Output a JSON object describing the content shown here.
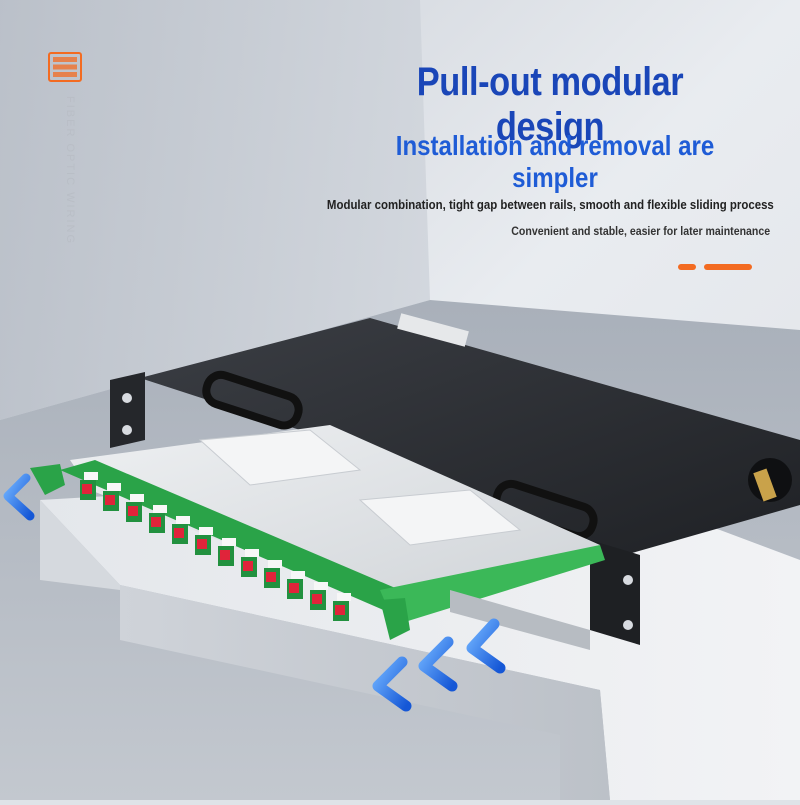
{
  "brand": {
    "vertical_tag": "FIBER OPTIC WIRING"
  },
  "hero": {
    "headline": "Pull-out modular design",
    "subheadline": "Installation and removal are simpler",
    "description_line_1": "Modular combination, tight gap between rails, smooth and flexible sliding process",
    "description_line_2": "Convenient and stable, easier for later maintenance"
  },
  "product": {
    "name": "fiber-optic-patch-panel-drawer",
    "port_count": 12,
    "adapter_color": "#e0243a",
    "tray_color": "#2aa348"
  },
  "colors": {
    "headline": "#1a46b8",
    "subheadline": "#1f5cd6",
    "accent": "#f36b21",
    "arrow_blue": "#1f6fe0",
    "chassis": "#2b2d31"
  },
  "icons": [
    "patch-panel-icon",
    "slide-out-arrow-icon"
  ]
}
